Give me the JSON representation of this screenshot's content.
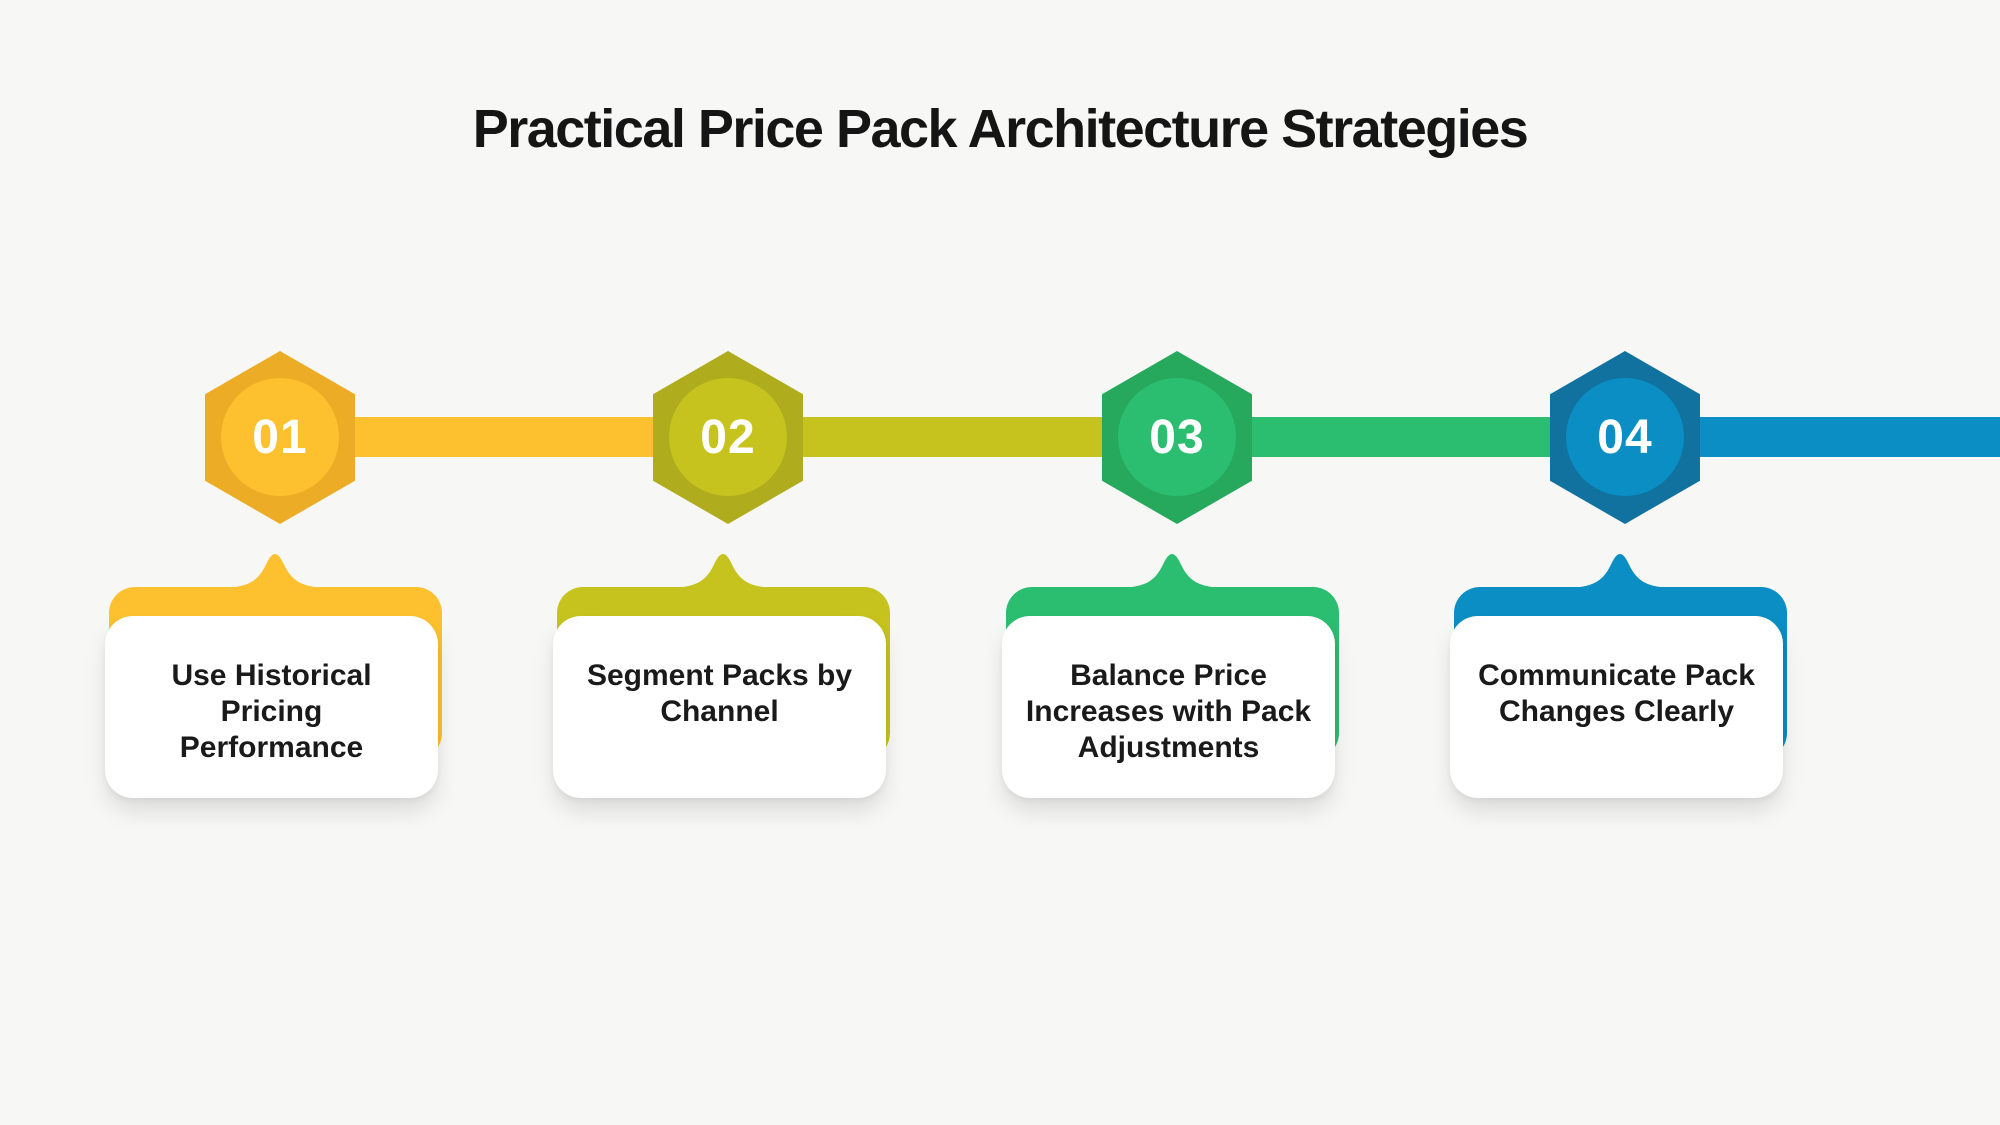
{
  "title": "Practical Price Pack Architecture Strategies",
  "colors": {
    "background": "#F7F7F6",
    "card_background": "#FFFFFF",
    "title_text": "#151515",
    "card_text": "#1A1A1A",
    "number_text": "#FFFFFF"
  },
  "steps": [
    {
      "number": "01",
      "label": "Use Historical Pricing\nPerformance",
      "accent": "#FDC02F",
      "accent_dark": "#EDAC26"
    },
    {
      "number": "02",
      "label": "Segment Packs by\nChannel",
      "accent": "#C6C31F",
      "accent_dark": "#AFAC1E"
    },
    {
      "number": "03",
      "label": "Balance Price\nIncreases with Pack\nAdjustments",
      "accent": "#2BBE70",
      "accent_dark": "#27A95D"
    },
    {
      "number": "04",
      "label": "Communicate Pack\nChanges Clearly",
      "accent": "#0A8EC3",
      "accent_dark": "#11719F"
    }
  ]
}
